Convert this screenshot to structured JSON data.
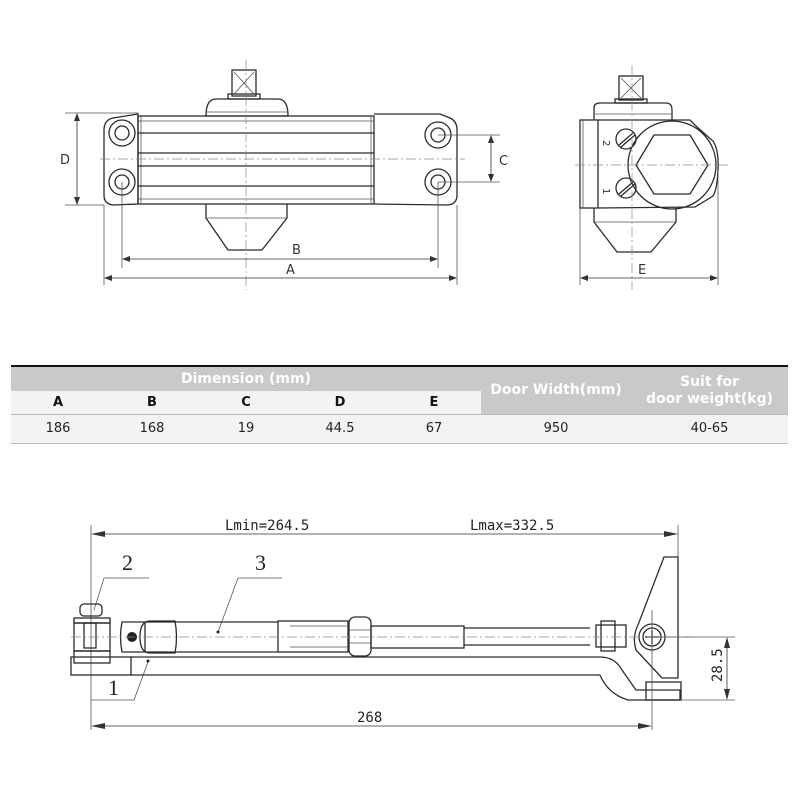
{
  "front_view": {
    "dimension_labels": {
      "A": "A",
      "B": "B",
      "D": "D",
      "C": "C"
    }
  },
  "side_view": {
    "dimension_labels": {
      "E": "E"
    },
    "valve_labels": {
      "valve_1": "1",
      "valve_2": "2"
    }
  },
  "spec_table": {
    "group_header": "Dimension (mm)",
    "columns": [
      "A",
      "B",
      "C",
      "D",
      "E"
    ],
    "door_width_header": "Door Width(mm)",
    "door_weight_header_line1": "Suit for",
    "door_weight_header_line2": "door weight(kg)",
    "row": {
      "A": "186",
      "B": "168",
      "C": "19",
      "D": "44.5",
      "E": "67",
      "door_width": "950",
      "door_weight": "40-65"
    }
  },
  "arm_view": {
    "lmin_label": "Lmin=264.5",
    "lmax_label": "Lmax=332.5",
    "length_label": "268",
    "height_label": "28.5",
    "part_labels": {
      "part_1": "1",
      "part_2": "2",
      "part_3": "3"
    }
  }
}
